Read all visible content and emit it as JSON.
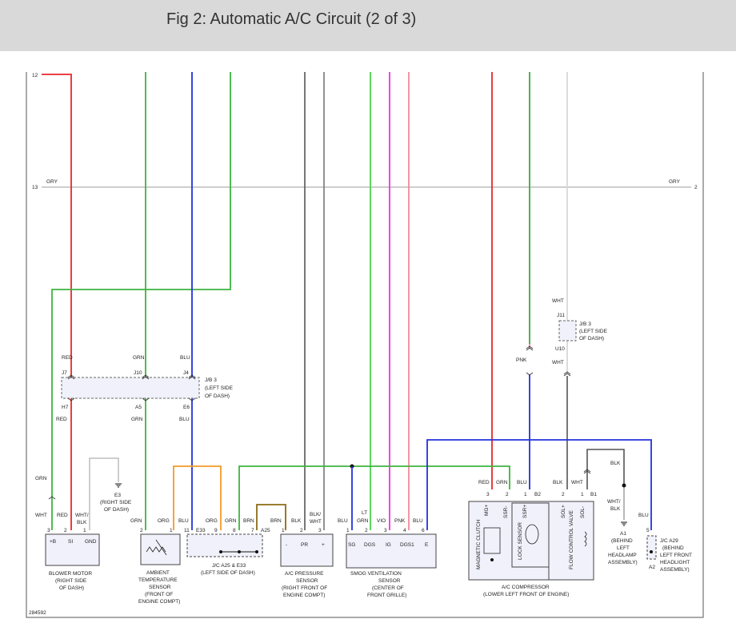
{
  "header": {
    "title": "Fig 2: Automatic A/C Circuit (2 of 3)"
  },
  "diagram_id": "284592",
  "line_numbers": {
    "line12": "12",
    "line13_left": "13",
    "line13_right": "2"
  },
  "colors": {
    "RED": "#e8262b",
    "GRN": "#3eb43e",
    "BLU": "#2233dd",
    "GRY": "#bdbdbd",
    "ORG": "#f39a2a",
    "BRN": "#8b6b14",
    "BLK": "#555555",
    "LTGRN": "#4cd34c",
    "VIO": "#ee33dd",
    "PNK": "#f08a9a",
    "WHT": "#d8d8d8"
  },
  "wire_labels": {
    "gry": "GRY",
    "red": "RED",
    "grn": "GRN",
    "blu": "BLU",
    "wht": "WHT",
    "pnk": "PNK",
    "blk": "BLK",
    "org": "ORG",
    "brn": "BRN",
    "blkwht": "BLK/",
    "blkwht2": "WHT",
    "whtblk": "WHT/",
    "whtblk2": "BLK",
    "lt": "LT",
    "vio": "VIO"
  },
  "connectors": {
    "jb3_title": "J/B 3",
    "jb3_l1": "(LEFT SIDE",
    "jb3_l2": "OF DASH)",
    "jb3b_l1": "(LEFT SIDE",
    "jb3b_l2": "OF DASH)",
    "j7": "J7",
    "j10": "J10",
    "j4": "J4",
    "h7": "H7",
    "a5": "A5",
    "e6": "E6",
    "j11": "J11",
    "u10": "U10",
    "e33": "E33",
    "a25": "A25",
    "b2": "B2",
    "b1": "B1",
    "a1": "A1",
    "a2": "A2"
  },
  "grounds": {
    "e3": "E3",
    "e3_l1": "(RIGHT SIDE",
    "e3_l2": "OF DASH)",
    "a1_l1": "(BEHIND",
    "a1_l2": "LEFT",
    "a1_l3": "HEADLAMP",
    "a1_l4": "ASSEMBLY)"
  },
  "components": {
    "blower": {
      "pins": [
        "3",
        "2",
        "1"
      ],
      "terms": [
        "+B",
        "SI",
        "GND"
      ],
      "l1": "BLOWER MOTOR",
      "l2": "(RIGHT SIDE",
      "l3": "OF DASH)"
    },
    "ambient": {
      "pins": [
        "2",
        "1"
      ],
      "l1": "AMBIENT",
      "l2": "TEMPERATURE",
      "l3": "SENSOR",
      "l4": "(FRONT OF",
      "l5": "ENGINE COMPT)"
    },
    "jc": {
      "pins": [
        "11",
        "9",
        "8",
        "7"
      ],
      "l1": "J/C A25 & E33",
      "l2": "(LEFT SIDE OF DASH)"
    },
    "pressure": {
      "pins": [
        "1",
        "2",
        "3"
      ],
      "terms": [
        "-",
        "PR",
        "+"
      ],
      "l1": "A/C PRESSURE",
      "l2": "SENSOR",
      "l3": "(RIGHT FRONT OF",
      "l4": "ENGINE COMPT)"
    },
    "smog": {
      "pins": [
        "1",
        "2",
        "3",
        "4",
        "6"
      ],
      "terms": [
        "SG",
        "DGS",
        "IG",
        "DGS1",
        "E"
      ],
      "l1": "SMOG VENTILATION",
      "l2": "SENSOR",
      "l3": "(CENTER OF",
      "l4": "FRONT GRILLE)"
    },
    "compressor": {
      "pins": [
        "3",
        "2",
        "1",
        "2",
        "1"
      ],
      "terms": [
        "MG+",
        "SSR-",
        "SSR+",
        "SOL+",
        "SOL-"
      ],
      "inner": [
        "MAGNETIC CLUTCH",
        "LOCK SENSOR",
        "FLOW CONTROL VALVE"
      ],
      "l1": "A/C COMPRESSOR",
      "l2": "(LOWER LEFT FRONT OF ENGINE)"
    },
    "jc_a29": {
      "pin": "5",
      "l1": "J/C A29",
      "l2": "(BEHIND",
      "l3": "LEFT FRONT",
      "l4": "HEADLIGHT",
      "l5": "ASSEMBLY)"
    }
  }
}
